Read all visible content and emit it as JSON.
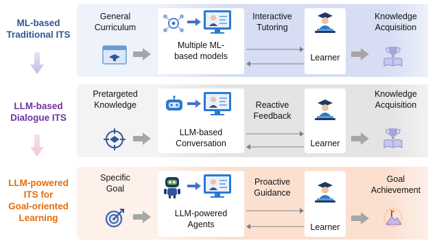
{
  "rows": [
    {
      "label": "ML-based Traditional ITS",
      "label_lines": [
        "ML-based",
        "Traditional ITS"
      ],
      "source": [
        "General",
        "Curriculum"
      ],
      "model": [
        "Multiple ML-",
        "based models"
      ],
      "interaction": [
        "Interactive",
        "Tutoring"
      ],
      "learner": "Learner",
      "outcome": [
        "Knowledge",
        "Acquisition"
      ],
      "color": "#2f5597"
    },
    {
      "label": "LLM-based Dialogue ITS",
      "label_lines": [
        "LLM-based",
        "Dialogue ITS"
      ],
      "source": [
        "Pretargeted",
        "Knowledge"
      ],
      "model": [
        "LLM-based",
        "Conversation"
      ],
      "interaction": [
        "Reactive",
        "Feedback"
      ],
      "learner": "Learner",
      "outcome": [
        "Knowledge",
        "Acquisition"
      ],
      "color": "#7030a0"
    },
    {
      "label": "LLM-powered ITS for Goal-oriented Learning",
      "label_lines": [
        "LLM-powered",
        "ITS for",
        "Goal-oriented",
        "Learning"
      ],
      "source": [
        "Specific",
        "Goal"
      ],
      "model": [
        "LLM-powered",
        "Agents"
      ],
      "interaction": [
        "Proactive",
        "Guidance"
      ],
      "learner": "Learner",
      "outcome": [
        "Goal",
        "Achievement"
      ],
      "color": "#e46c0a"
    }
  ],
  "icons": {
    "source": [
      "browser-window-icon",
      "target-icon",
      "goal-target-icon"
    ],
    "model": [
      "ml-model-network-icon",
      "chatbot-icon",
      "robot-agent-icon"
    ],
    "teacher": "teacher-screen-icon",
    "learner": "graduate-laptop-icon",
    "outcome": [
      "trophy-book-icon",
      "trophy-book-icon",
      "mountain-flag-icon"
    ]
  },
  "colors": {
    "arrow_gray": "#a6a6a6",
    "line_gray": "#7f7f7f",
    "down_arrow": "#c9b8e6"
  }
}
